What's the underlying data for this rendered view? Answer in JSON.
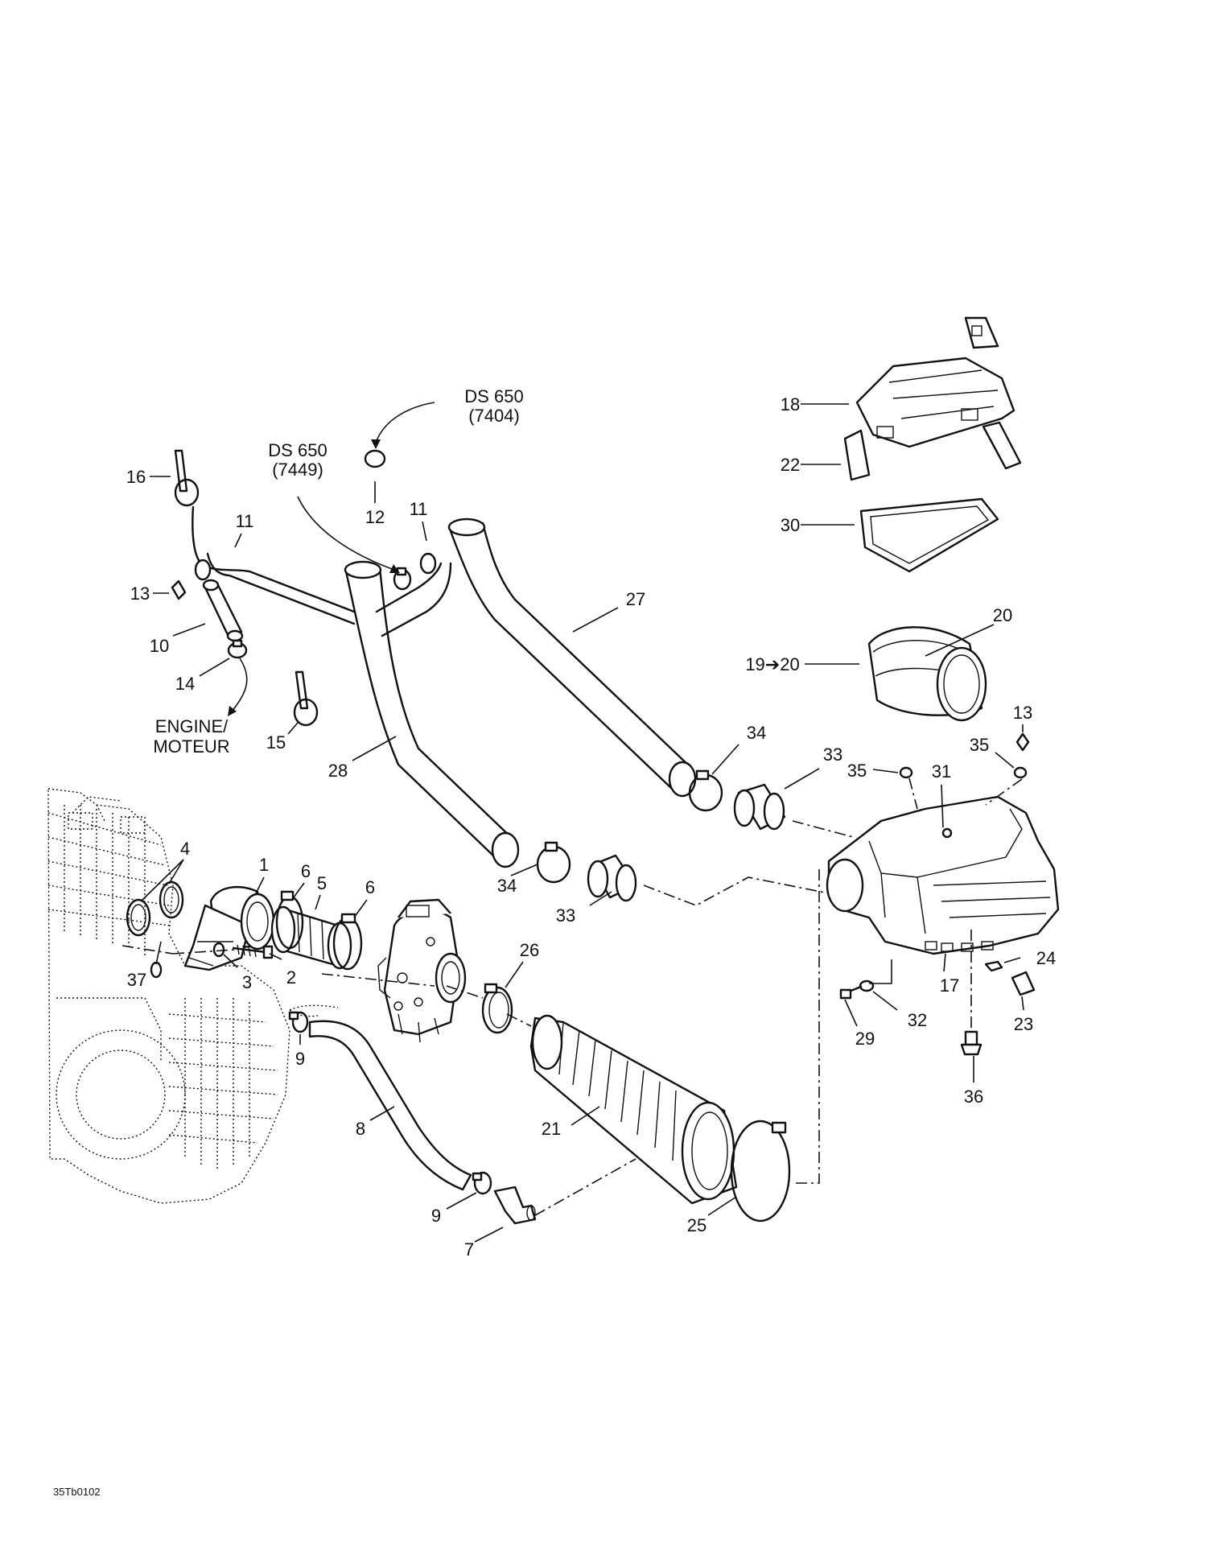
{
  "labels": {
    "l1": "1",
    "l2": "2",
    "l3": "3",
    "l4": "4",
    "l5": "5",
    "l6a": "6",
    "l6b": "6",
    "l7": "7",
    "l8": "8",
    "l9a": "9",
    "l9b": "9",
    "l10": "10",
    "l11a": "11",
    "l11b": "11",
    "l12": "12",
    "l13a": "13",
    "l13b": "13",
    "l14": "14",
    "l15": "15",
    "l16": "16",
    "l17": "17",
    "l18": "18",
    "l19_20": "19➔20",
    "l20": "20",
    "l21": "21",
    "l22": "22",
    "l23": "23",
    "l24": "24",
    "l25": "25",
    "l26": "26",
    "l27": "27",
    "l28": "28",
    "l29": "29",
    "l30": "30",
    "l31": "31",
    "l32": "32",
    "l33a": "33",
    "l33b": "33",
    "l34a": "34",
    "l34b": "34",
    "l35a": "35",
    "l35b": "35",
    "l36": "36",
    "l37": "37"
  },
  "notes": {
    "ds650_7404_line1": "DS 650",
    "ds650_7404_line2": "(7404)",
    "ds650_7449_line1": "DS 650",
    "ds650_7449_line2": "(7449)",
    "engine_line1": "ENGINE/",
    "engine_line2": "MOTEUR"
  },
  "figure_code": "35Tb0102"
}
